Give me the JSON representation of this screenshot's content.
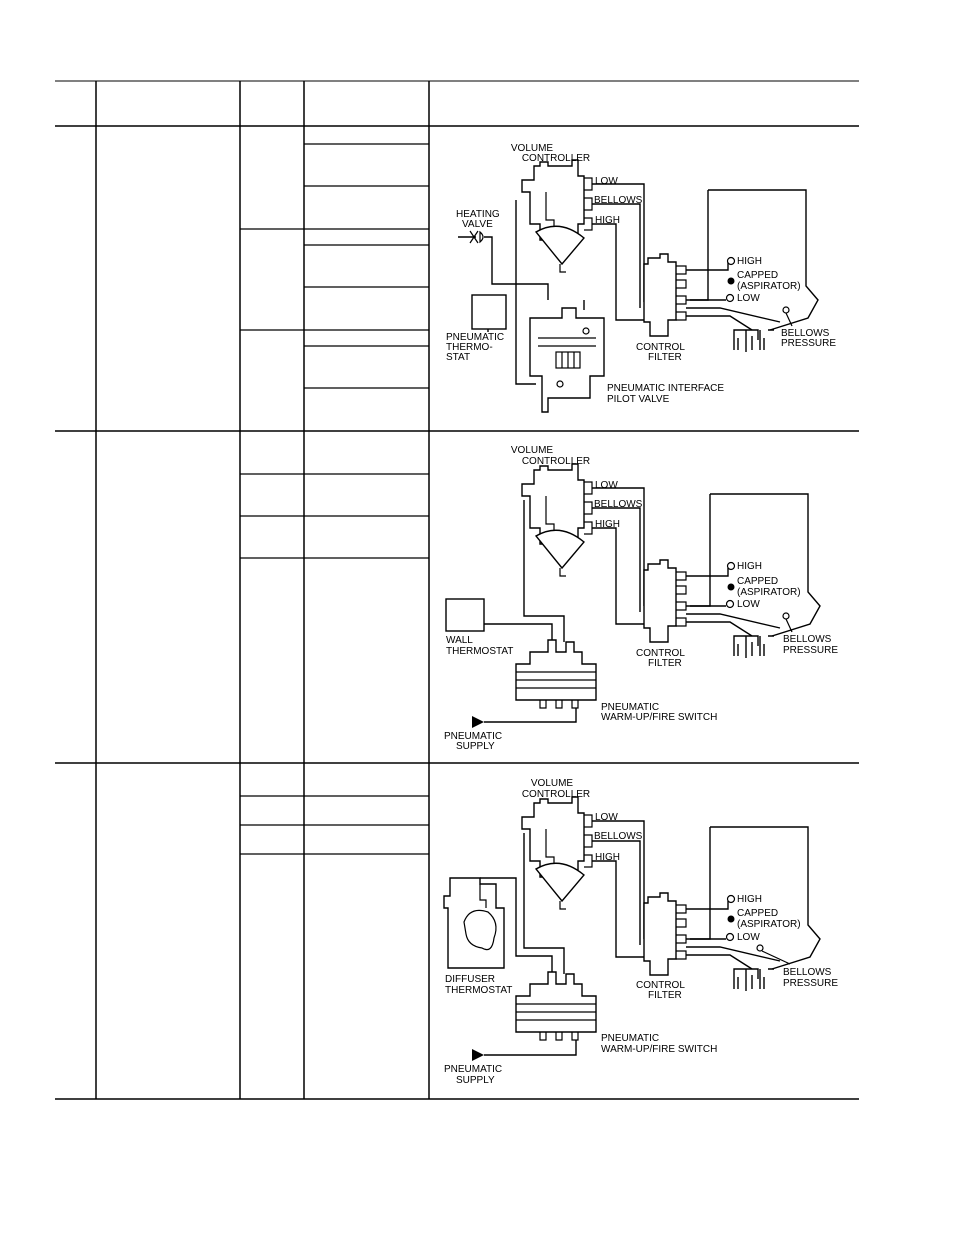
{
  "diagrams": [
    {
      "volume_controller": [
        "VOLUME",
        "CONTROLLER"
      ],
      "port_low": "LOW",
      "port_bellows": "BELLOWS",
      "port_high": "HIGH",
      "tap_high": "HIGH",
      "tap_capped": [
        "CAPPED",
        "(ASPIRATOR)"
      ],
      "tap_low": "LOW",
      "bellows_pressure": [
        "BELLOWS",
        "PRESSURE"
      ],
      "control_filter": [
        "CONTROL",
        "FILTER"
      ],
      "heating_valve": [
        "HEATING",
        "VALVE"
      ],
      "thermostat": [
        "PNEUMATIC",
        "THERMO-",
        "STAT"
      ],
      "interface": [
        "PNEUMATIC INTERFACE",
        "PILOT VALVE"
      ]
    },
    {
      "volume_controller": [
        "VOLUME",
        "CONTROLLER"
      ],
      "port_low": "LOW",
      "port_bellows": "BELLOWS",
      "port_high": "HIGH",
      "tap_high": "HIGH",
      "tap_capped": [
        "CAPPED",
        "(ASPIRATOR)"
      ],
      "tap_low": "LOW",
      "bellows_pressure": [
        "BELLOWS",
        "PRESSURE"
      ],
      "control_filter": [
        "CONTROL",
        "FILTER"
      ],
      "thermostat": [
        "WALL",
        "THERMOSTAT"
      ],
      "switch": [
        "PNEUMATIC",
        "WARM-UP/FIRE SWITCH"
      ],
      "supply": [
        "PNEUMATIC",
        "SUPPLY"
      ]
    },
    {
      "volume_controller": [
        "VOLUME",
        "CONTROLLER"
      ],
      "port_low": "LOW",
      "port_bellows": "BELLOWS",
      "port_high": "HIGH",
      "tap_high": "HIGH",
      "tap_capped": [
        "CAPPED",
        "(ASPIRATOR)"
      ],
      "tap_low": "LOW",
      "bellows_pressure": [
        "BELLOWS",
        "PRESSURE"
      ],
      "control_filter": [
        "CONTROL",
        "FILTER"
      ],
      "thermostat": [
        "DIFFUSER",
        "THERMOSTAT"
      ],
      "switch": [
        "PNEUMATIC",
        "WARM-UP/FIRE SWITCH"
      ],
      "supply": [
        "PNEUMATIC",
        "SUPPLY"
      ]
    }
  ]
}
